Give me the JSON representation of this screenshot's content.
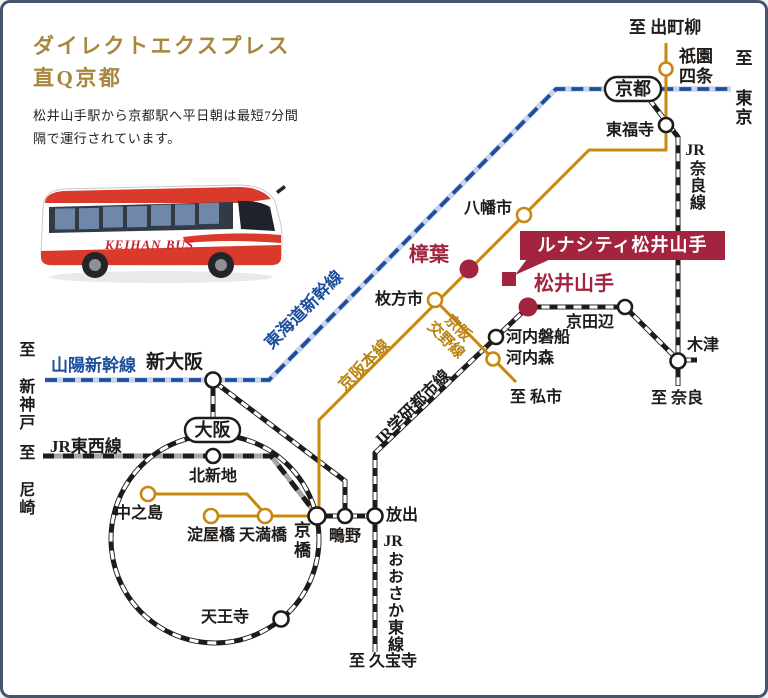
{
  "header": {
    "title_line1": "ダイレクトエクスプレス",
    "title_line2": "直Q京都",
    "description": [
      "松井山手駅から京都駅へ平日朝は最短7分間",
      "隔で運行されています。"
    ]
  },
  "bus": {
    "logo": "KEIHAN BUS"
  },
  "colors": {
    "accent_red": "#a2243e",
    "keihan_gold": "#c8870e",
    "gold_text": "#b8830f",
    "shinkansen_navy": "#1d4f9e",
    "shinkansen_base": "#c9d4ea",
    "jr_black": "#1f1b18",
    "title_gold": "#a6873c",
    "border_navy": "#44546d"
  },
  "map": {
    "callout": {
      "label": "ルナシティ松井山手"
    },
    "lines": {
      "tokaido": "東海道新幹線",
      "sanyo": "山陽新幹線",
      "keihan_main": "京阪本線",
      "katano_line1": "京阪",
      "katano_line2": "交野線",
      "gakken": "JR学研都市線",
      "tozai": "JR東西線",
      "nara_prefix": "JR",
      "nara_rest": "奈良線",
      "higashi_prefix": "JR",
      "higashi_rest": "おおさか東線"
    },
    "stations": {
      "kyoto": "京都",
      "gion_line1": "祇園",
      "gion_line2": "四条",
      "tofukuji": "東福寺",
      "yawatashi": "八幡市",
      "kuzuha": "樟葉",
      "hirakatashi": "枚方市",
      "matsuiyamate": "松井山手",
      "kyotanabe": "京田辺",
      "kizu": "木津",
      "kawachiiwafune": "河内磐船",
      "kawachimori": "河内森",
      "shinosaka": "新大阪",
      "osaka": "大阪",
      "kitashinchi": "北新地",
      "nakanoshima": "中之島",
      "yodoyabashi": "淀屋橋",
      "temmabashi": "天満橋",
      "kyobashi": "京橋",
      "shigino": "鴫野",
      "hanaten": "放出",
      "tennoji": "天王寺"
    },
    "destinations": {
      "demachiyanagi": "至 出町柳",
      "tokyo": "至 東京",
      "nara": "至 奈良",
      "kisaichi": "至 私市",
      "shinkobe": "至 新神戸",
      "amagasaki": "至 尼崎",
      "kyuhoji": "至 久宝寺"
    }
  }
}
